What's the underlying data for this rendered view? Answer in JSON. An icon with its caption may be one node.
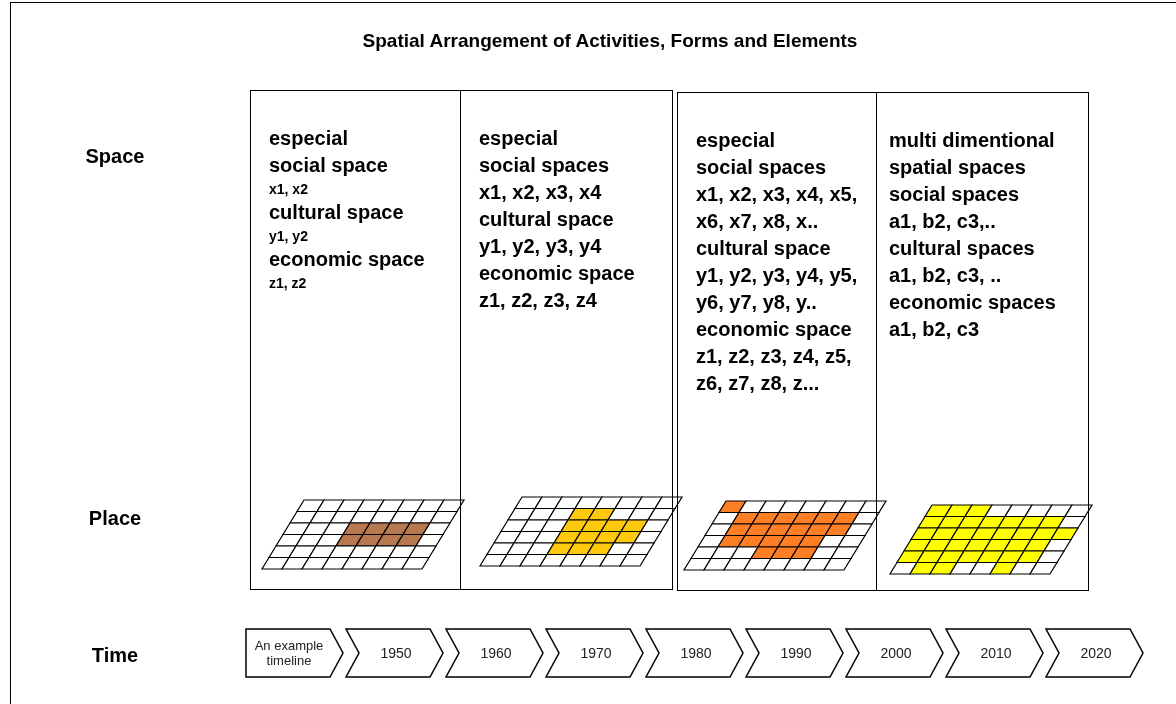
{
  "diagram": {
    "title": "Spatial Arrangement of Activities, Forms and Elements",
    "nodes": [
      {
        "text": [
          "especial",
          "social space",
          "x1, x2",
          "cultural space",
          "y1, y2",
          "economic space",
          "z1, z2"
        ]
      },
      {
        "text": [
          "especial",
          "social spaces",
          "x1, x2, x3, x4",
          "cultural space",
          "y1, y2, y3, y4",
          "economic space",
          "z1, z2, z3, z4"
        ]
      },
      {
        "text": [
          "especial",
          "social spaces",
          "x1, x2, x3, x4, x5, x6, x7, x8, x..",
          "cultural space",
          "y1, y2, y3, y4, y5, y6, y7, y8, y..",
          "economic space",
          "z1, z2, z3, z4, z5, z6, z7, z8, z..."
        ]
      },
      {
        "text": [
          "multi dimentional spatial spaces",
          "social spaces",
          "a1, b2, c3,..",
          "cultural spaces",
          "a1, b2, c3, ..",
          "economic spaces",
          "a1, b2, c3"
        ]
      },
      {
        "text": [
          "An example timeline"
        ]
      },
      {
        "text": [
          "1950"
        ]
      },
      {
        "text": [
          "1960"
        ]
      },
      {
        "text": [
          "1970"
        ]
      },
      {
        "text": [
          "1980"
        ]
      },
      {
        "text": [
          "1990"
        ]
      },
      {
        "text": [
          "2000"
        ]
      },
      {
        "text": [
          "2010"
        ]
      },
      {
        "text": [
          "2020"
        ]
      }
    ],
    "edges": [],
    "labels": [
      "Space",
      "Place",
      "Time"
    ]
  }
}
